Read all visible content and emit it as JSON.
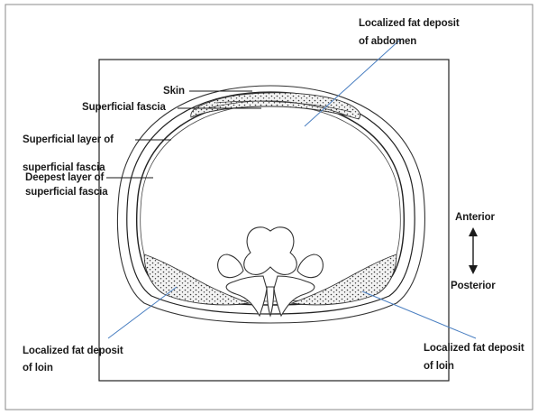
{
  "labels": {
    "skin": "Skin",
    "superficial_fascia": "Superficial fascia",
    "superficial_layer_line1": "Superficial layer of",
    "superficial_layer_line2": "superficial fascia",
    "deepest_layer_line1": "Deepest layer of",
    "deepest_layer_line2": "superficial fascia",
    "abdomen_fat_line1": "Localized fat deposit",
    "abdomen_fat_line2": "of abdomen",
    "loin_left_line1": "Localized fat deposit",
    "loin_left_line2": "of loin",
    "loin_right_line1": "Localized fat deposit",
    "loin_right_line2": "of loin",
    "anterior": "Anterior",
    "posterior": "Posterior"
  },
  "colors": {
    "ink": "#1a1a1a",
    "leader_blue": "#4a7fc1",
    "fat_fill": "#efefef"
  }
}
